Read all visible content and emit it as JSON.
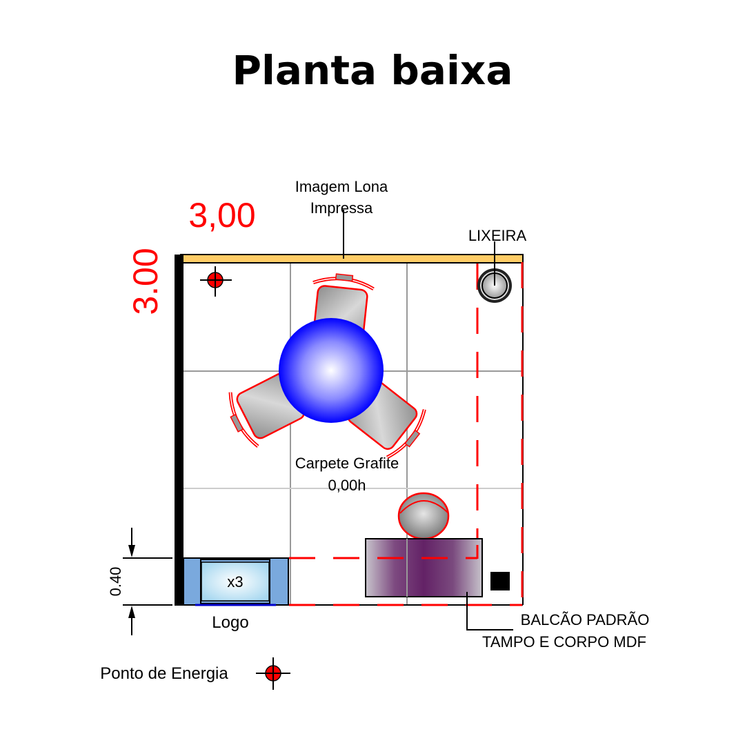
{
  "title": "Planta baixa",
  "dimensions": {
    "width_label": "3,00",
    "depth_label": "3.00",
    "counter_depth_label": "0.40",
    "dimension_color": "#ff0000"
  },
  "labels": {
    "banner": [
      "Imagem Lona",
      "Impressa"
    ],
    "trash": "LIXEIRA",
    "floor": [
      "Carpete Grafite",
      "0,00h"
    ],
    "logo_counter_qty": "x3",
    "logo": "Logo",
    "counter": [
      "BALCÃO PADRÃO",
      "TAMPO E CORPO MDF"
    ]
  },
  "legend": {
    "power_point_label": "Ponto de Energia",
    "power_point_icon": "power-outlet-crosshair-icon"
  },
  "colors": {
    "banner": "#ffcc66",
    "wall": "#000000",
    "table": "#0000ff",
    "chair_outline": "#ff0000",
    "logo_panel": "#7aa9dd",
    "counter": "#6a2a6a",
    "circulation_dash": "#ff0000",
    "grid": "#999999"
  }
}
